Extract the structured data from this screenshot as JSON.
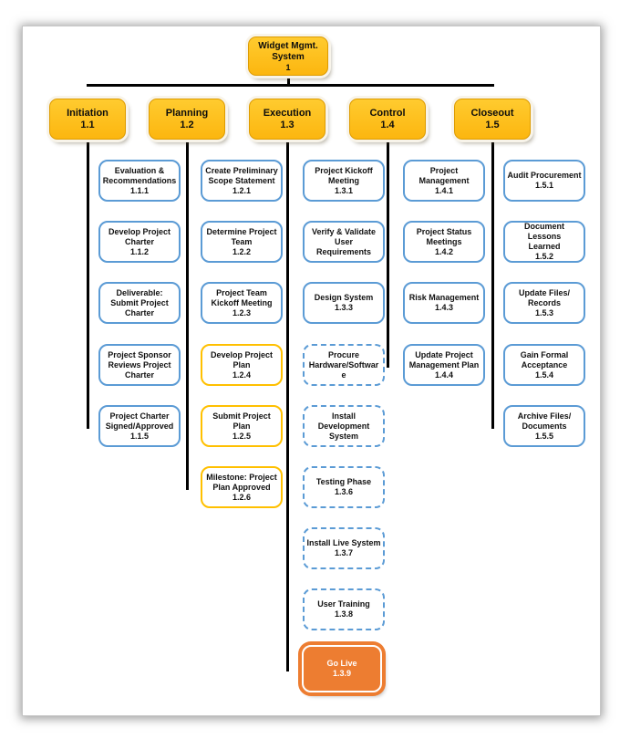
{
  "diagram": {
    "title": "Widget Mgmt. System work breakdown structure",
    "root": {
      "title": "Widget Mgmt.\nSystem",
      "number": "1"
    },
    "phases": [
      {
        "label": "Initiation",
        "number": "1.1",
        "children": [
          {
            "title": "Evaluation &\nRecommendations",
            "number": "1.1.1",
            "style": "blue"
          },
          {
            "title": "Develop Project\nCharter",
            "number": "1.1.2",
            "style": "blue"
          },
          {
            "title": "Deliverable:\nSubmit Project\nCharter",
            "number": "",
            "style": "blue"
          },
          {
            "title": "Project Sponsor\nReviews Project\nCharter",
            "number": "",
            "style": "blue"
          },
          {
            "title": "Project Charter\nSigned/Approved",
            "number": "1.1.5",
            "style": "blue"
          }
        ]
      },
      {
        "label": "Planning",
        "number": "1.2",
        "children": [
          {
            "title": "Create Preliminary\nScope Statement",
            "number": "1.2.1",
            "style": "blue"
          },
          {
            "title": "Determine Project\nTeam",
            "number": "1.2.2",
            "style": "blue"
          },
          {
            "title": "Project Team\nKickoff Meeting",
            "number": "1.2.3",
            "style": "blue"
          },
          {
            "title": "Develop Project\nPlan",
            "number": "1.2.4",
            "style": "gold-outline"
          },
          {
            "title": "Submit Project\nPlan",
            "number": "1.2.5",
            "style": "gold-outline"
          },
          {
            "title": "Milestone: Project\nPlan Approved",
            "number": "1.2.6",
            "style": "gold-outline"
          }
        ]
      },
      {
        "label": "Execution",
        "number": "1.3",
        "children": [
          {
            "title": "Project Kickoff\nMeeting",
            "number": "1.3.1",
            "style": "blue"
          },
          {
            "title": "Verify & Validate\nUser\nRequirements",
            "number": "",
            "style": "blue"
          },
          {
            "title": "Design System",
            "number": "1.3.3",
            "style": "blue"
          },
          {
            "title": "Procure\nHardware/Softwar\ne",
            "number": "",
            "style": "dashed"
          },
          {
            "title": "Install\nDevelopment\nSystem",
            "number": "",
            "style": "dashed"
          },
          {
            "title": "Testing Phase",
            "number": "1.3.6",
            "style": "dashed"
          },
          {
            "title": "Install Live System",
            "number": "1.3.7",
            "style": "dashed"
          },
          {
            "title": "User Training",
            "number": "1.3.8",
            "style": "dashed"
          },
          {
            "title": "Go Live",
            "number": "1.3.9",
            "style": "orange"
          }
        ]
      },
      {
        "label": "Control",
        "number": "1.4",
        "children": [
          {
            "title": "Project\nManagement",
            "number": "1.4.1",
            "style": "blue"
          },
          {
            "title": "Project Status\nMeetings",
            "number": "1.4.2",
            "style": "blue"
          },
          {
            "title": "Risk Management",
            "number": "1.4.3",
            "style": "blue"
          },
          {
            "title": "Update Project\nManagement Plan",
            "number": "1.4.4",
            "style": "blue"
          }
        ]
      },
      {
        "label": "Closeout",
        "number": "1.5",
        "children": [
          {
            "title": "Audit Procurement",
            "number": "1.5.1",
            "style": "blue"
          },
          {
            "title": "Document Lessons\nLearned",
            "number": "1.5.2",
            "style": "blue"
          },
          {
            "title": "Update Files/\nRecords",
            "number": "1.5.3",
            "style": "blue"
          },
          {
            "title": "Gain Formal\nAcceptance",
            "number": "1.5.4",
            "style": "blue"
          },
          {
            "title": "Archive Files/\nDocuments",
            "number": "1.5.5",
            "style": "blue"
          }
        ]
      }
    ],
    "colors": {
      "phase_fill": "#FFC01B",
      "phase_border": "#DD9B00",
      "task_border_blue": "#5B9BD5",
      "task_border_gold": "#FFC000",
      "golive_fill": "#ED7D31",
      "connector": "#000000"
    }
  }
}
